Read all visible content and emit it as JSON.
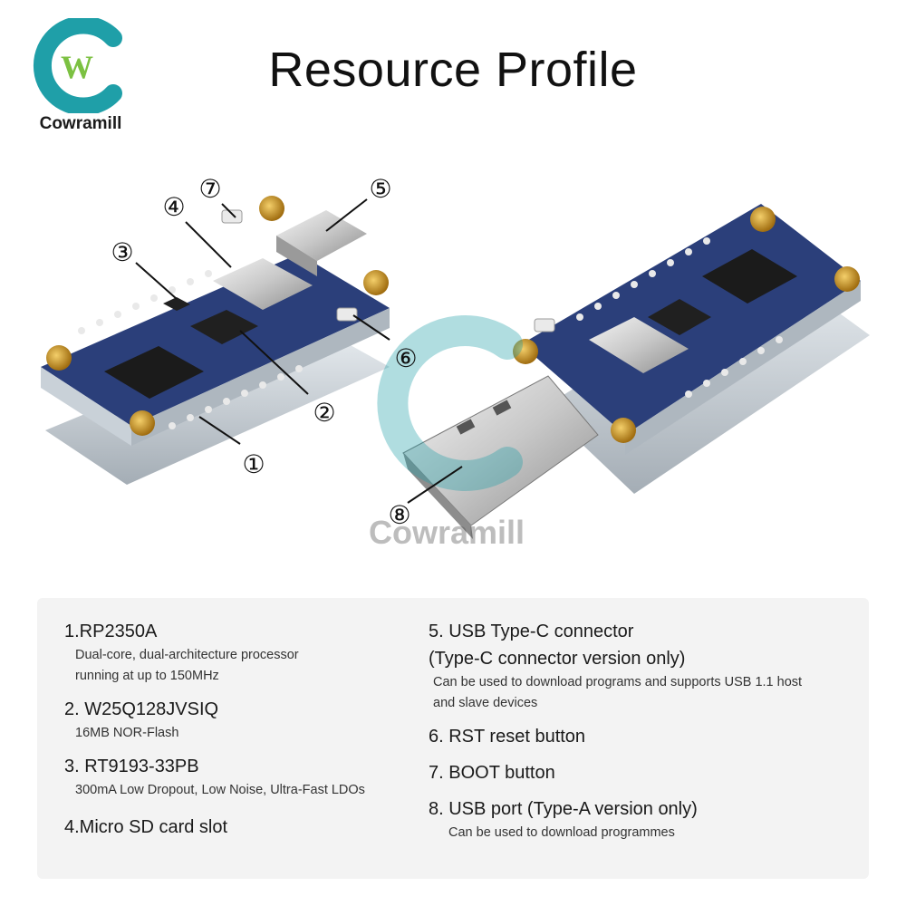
{
  "brand": {
    "name": "Cowramill",
    "logo_letter": "W",
    "ring_color": "#1f9fa8",
    "letter_color": "#7cc142"
  },
  "header": {
    "title": "Resource Profile"
  },
  "photo": {
    "watermark_text": "Cowramill",
    "callouts": [
      "①",
      "②",
      "③",
      "④",
      "⑤",
      "⑥",
      "⑦",
      "⑧"
    ]
  },
  "features": {
    "left": [
      {
        "title": "1.RP2350A",
        "desc": [
          "Dual-core, dual-architecture processor",
          "running at up to 150MHz"
        ]
      },
      {
        "title": "2. W25Q128JVSIQ",
        "desc": [
          "16MB NOR-Flash"
        ]
      },
      {
        "title": "3. RT9193-33PB",
        "desc": [
          "300mA Low Dropout, Low Noise, Ultra-Fast LDOs"
        ]
      },
      {
        "title": "4.Micro SD card slot",
        "desc": []
      }
    ],
    "right": [
      {
        "title": "5. USB Type-C connector",
        "title2": "(Type-C connector version only)",
        "desc": [
          "Can be used to download programs and supports USB 1.1 host",
          "and slave devices"
        ]
      },
      {
        "title": "6. RST reset button",
        "desc": []
      },
      {
        "title": "7. BOOT button",
        "desc": []
      },
      {
        "title": "8. USB port (Type-A version only)",
        "desc": [
          "Can be used to download programmes"
        ]
      }
    ]
  }
}
